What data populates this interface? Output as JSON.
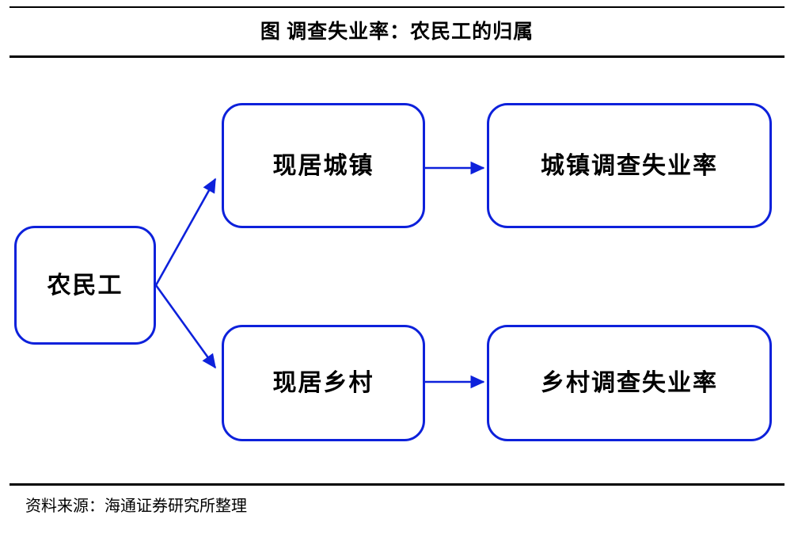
{
  "figure": {
    "title": "图  调查失业率：农民工的归属",
    "source": "资料来源：海通证券研究所整理",
    "accent_color": "#0D21DB",
    "text_color": "#000000",
    "rule_color": "#000000",
    "background": "#FFFFFF"
  },
  "diagram": {
    "type": "flowchart",
    "nodes": [
      {
        "id": "migrant-workers",
        "label": "农民工"
      },
      {
        "id": "live-urban",
        "label": "现居城镇"
      },
      {
        "id": "urban-rate",
        "label": "城镇调查失业率"
      },
      {
        "id": "live-rural",
        "label": "现居乡村"
      },
      {
        "id": "rural-rate",
        "label": "乡村调查失业率"
      }
    ],
    "edges": [
      {
        "from": "migrant-workers",
        "to": "live-urban",
        "style": "diagonal-up",
        "arrow": "filled-triangle"
      },
      {
        "from": "migrant-workers",
        "to": "live-rural",
        "style": "diagonal-down",
        "arrow": "filled-triangle"
      },
      {
        "from": "live-urban",
        "to": "urban-rate",
        "style": "horizontal",
        "arrow": "filled-triangle"
      },
      {
        "from": "live-rural",
        "to": "rural-rate",
        "style": "horizontal",
        "arrow": "filled-triangle"
      }
    ]
  }
}
